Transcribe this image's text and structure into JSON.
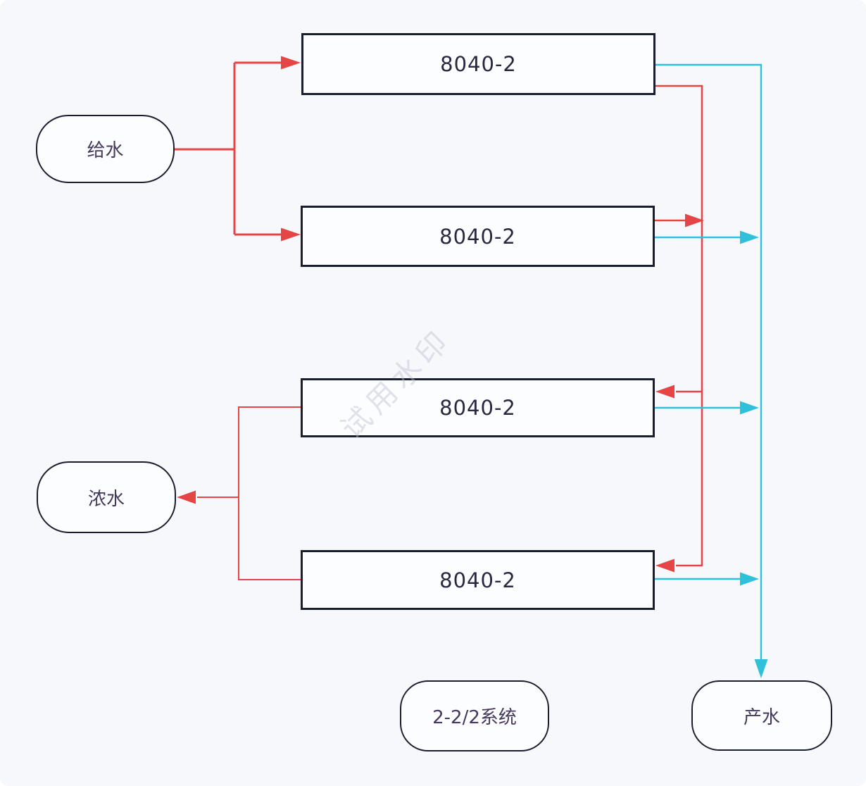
{
  "colors": {
    "background": "#f7f8fb",
    "node_border": "#1a1d2d",
    "node_fill": "#fcfdfe",
    "label_text": "#44395c",
    "membrane_text": "#282840",
    "feed_line": "#e64545",
    "permeate_line": "#2fc1da",
    "watermark": "#b9bdcd"
  },
  "nodes": {
    "feed": {
      "label": "给水"
    },
    "concentrate": {
      "label": "浓水"
    },
    "product": {
      "label": "产水"
    },
    "system": {
      "label": "2-2/2系统"
    },
    "membranes": [
      {
        "label": "8040-2"
      },
      {
        "label": "8040-2"
      },
      {
        "label": "8040-2"
      },
      {
        "label": "8040-2"
      }
    ]
  },
  "watermark": {
    "text": "试用水印"
  },
  "edges": [
    {
      "from": "feed",
      "to": "membrane-1",
      "type": "feed",
      "color": "red"
    },
    {
      "from": "feed",
      "to": "membrane-2",
      "type": "feed",
      "color": "red"
    },
    {
      "from": "membrane-1",
      "to": "membrane-3",
      "type": "concentrate",
      "color": "red"
    },
    {
      "from": "membrane-1",
      "to": "membrane-4",
      "type": "concentrate",
      "color": "red"
    },
    {
      "from": "membrane-2",
      "to": "membrane-3",
      "type": "concentrate",
      "color": "red"
    },
    {
      "from": "membrane-2",
      "to": "membrane-4",
      "type": "concentrate",
      "color": "red"
    },
    {
      "from": "membrane-3",
      "to": "concentrate",
      "type": "concentrate",
      "color": "red"
    },
    {
      "from": "membrane-4",
      "to": "concentrate",
      "type": "concentrate",
      "color": "red"
    },
    {
      "from": "membrane-1",
      "to": "product",
      "type": "permeate",
      "color": "cyan"
    },
    {
      "from": "membrane-2",
      "to": "product",
      "type": "permeate",
      "color": "cyan"
    },
    {
      "from": "membrane-3",
      "to": "product",
      "type": "permeate",
      "color": "cyan"
    },
    {
      "from": "membrane-4",
      "to": "product",
      "type": "permeate",
      "color": "cyan"
    }
  ]
}
